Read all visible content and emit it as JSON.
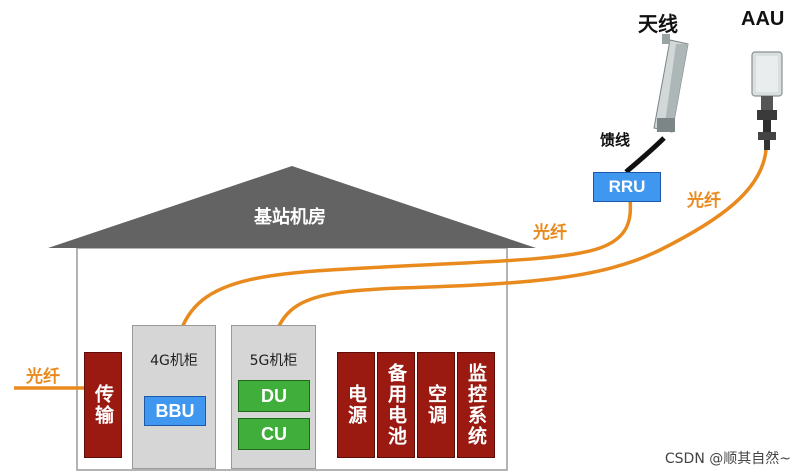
{
  "building": {
    "title": "基站机房",
    "cabinet_4g": {
      "title": "4G机柜",
      "unit": "BBU"
    },
    "cabinet_5g": {
      "title": "5G机柜",
      "unit_top": "DU",
      "unit_bottom": "CU"
    },
    "transport": "传输",
    "power": "电源",
    "battery": "备用电池",
    "aircon": "空调",
    "monitor": "监控系统"
  },
  "antenna": {
    "label": "天线",
    "feeder_label": "馈线",
    "rru": "RRU"
  },
  "aau": {
    "label": "AAU"
  },
  "fiber_labels": {
    "left": "光纤",
    "rru_link": "光纤",
    "aau_link": "光纤"
  },
  "watermark": "CSDN @顺其自然~",
  "colors": {
    "roof": "#636363",
    "fiber": "#e88a1e",
    "dark_red": "#9a1a12",
    "blue_unit": "#3f97f0",
    "green_unit": "#3fae3a"
  }
}
